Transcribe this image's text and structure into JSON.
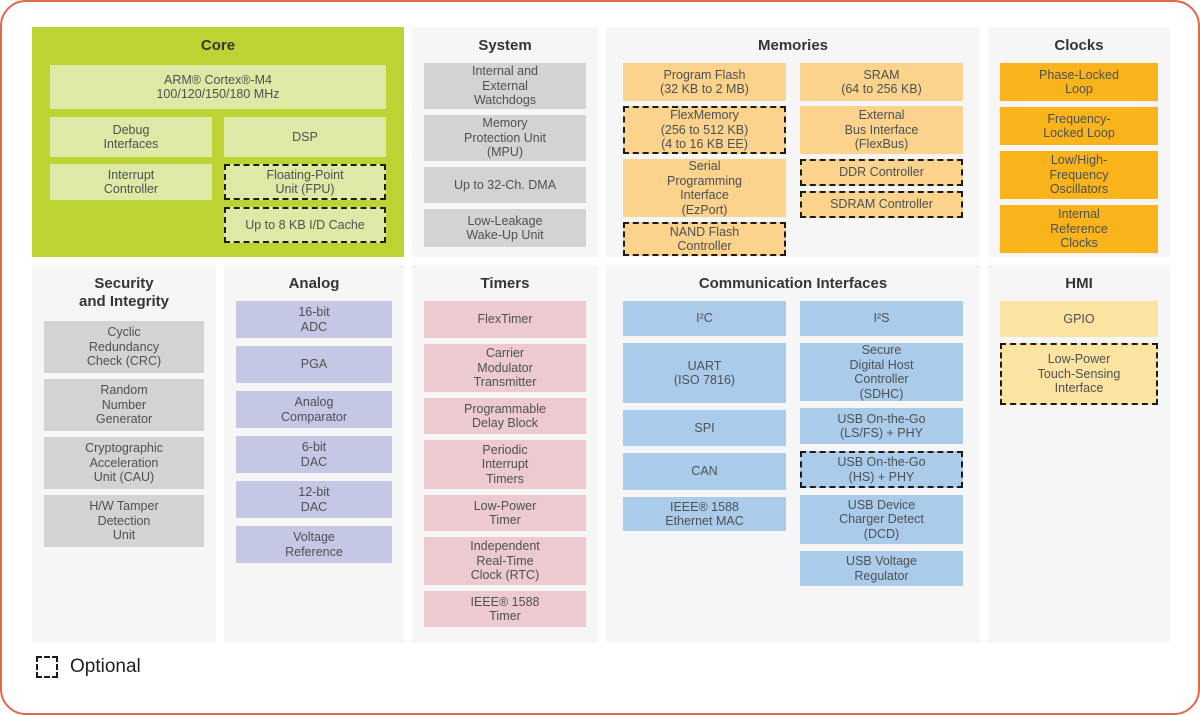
{
  "palette": {
    "frame_border": "#e2684b",
    "section_bg": "#f6f6f7",
    "core_bg": "#bdd334",
    "core_block": "#dde9a4",
    "gray_block": "#d2d3d5",
    "memories_block": "#fbd38c",
    "clocks_block": "#f9b41c",
    "analog_block": "#c5c8e4",
    "timers_block": "#eccacf",
    "comm_block": "#abcbea",
    "hmi_block": "#fbe3a2",
    "text": "#4e5154",
    "title": "#333538"
  },
  "legend": {
    "label": "Optional"
  },
  "sections": {
    "core": {
      "title": "Core",
      "blocks": {
        "arm": "ARM® Cortex®-M4\n100/120/150/180 MHz",
        "debug": "Debug\nInterfaces",
        "dsp": "DSP",
        "interrupt": "Interrupt\nController",
        "fpu": "Floating-Point\nUnit (FPU)",
        "cache": "Up to 8 KB I/D Cache"
      }
    },
    "system": {
      "title": "System",
      "blocks": [
        "Internal and\nExternal\nWatchdogs",
        "Memory\nProtection Unit\n(MPU)",
        "Up to 32-Ch. DMA",
        "Low-Leakage\nWake-Up Unit"
      ]
    },
    "memories": {
      "title": "Memories",
      "left": [
        "Program Flash\n(32 KB to 2 MB)",
        "FlexMemory\n(256 to 512 KB)\n(4 to 16 KB EE)",
        "Serial\nProgramming\nInterface\n(EzPort)",
        "NAND Flash\nController"
      ],
      "right": [
        "SRAM\n(64 to 256 KB)",
        "External\nBus Interface\n(FlexBus)",
        "DDR Controller",
        "SDRAM Controller"
      ]
    },
    "clocks": {
      "title": "Clocks",
      "blocks": [
        "Phase-Locked\nLoop",
        "Frequency-\nLocked Loop",
        "Low/High-\nFrequency\nOscillators",
        "Internal\nReference\nClocks"
      ]
    },
    "security": {
      "title": "Security\nand Integrity",
      "blocks": [
        "Cyclic\nRedundancy\nCheck (CRC)",
        "Random\nNumber\nGenerator",
        "Cryptographic\nAcceleration\nUnit (CAU)",
        "H/W Tamper\nDetection\nUnit"
      ]
    },
    "analog": {
      "title": "Analog",
      "blocks": [
        "16-bit\nADC",
        "PGA",
        "Analog\nComparator",
        "6-bit\nDAC",
        "12-bit\nDAC",
        "Voltage\nReference"
      ]
    },
    "timers": {
      "title": "Timers",
      "blocks": [
        "FlexTimer",
        "Carrier\nModulator\nTransmitter",
        "Programmable\nDelay Block",
        "Periodic\nInterrupt\nTimers",
        "Low-Power\nTimer",
        "Independent\nReal-Time\nClock (RTC)",
        "IEEE® 1588\nTimer"
      ]
    },
    "comm": {
      "title": "Communication Interfaces",
      "left": [
        "I²C",
        "UART\n(ISO 7816)",
        "SPI",
        "CAN",
        "IEEE® 1588\nEthernet MAC"
      ],
      "right": [
        "I²S",
        "Secure\nDigital Host\nController\n(SDHC)",
        "USB On-the-Go\n(LS/FS) + PHY",
        "USB On-the-Go\n(HS) + PHY",
        "USB Device\nCharger Detect\n(DCD)",
        "USB Voltage\nRegulator"
      ]
    },
    "hmi": {
      "title": "HMI",
      "blocks": [
        "GPIO",
        "Low-Power\nTouch-Sensing\nInterface"
      ]
    }
  }
}
